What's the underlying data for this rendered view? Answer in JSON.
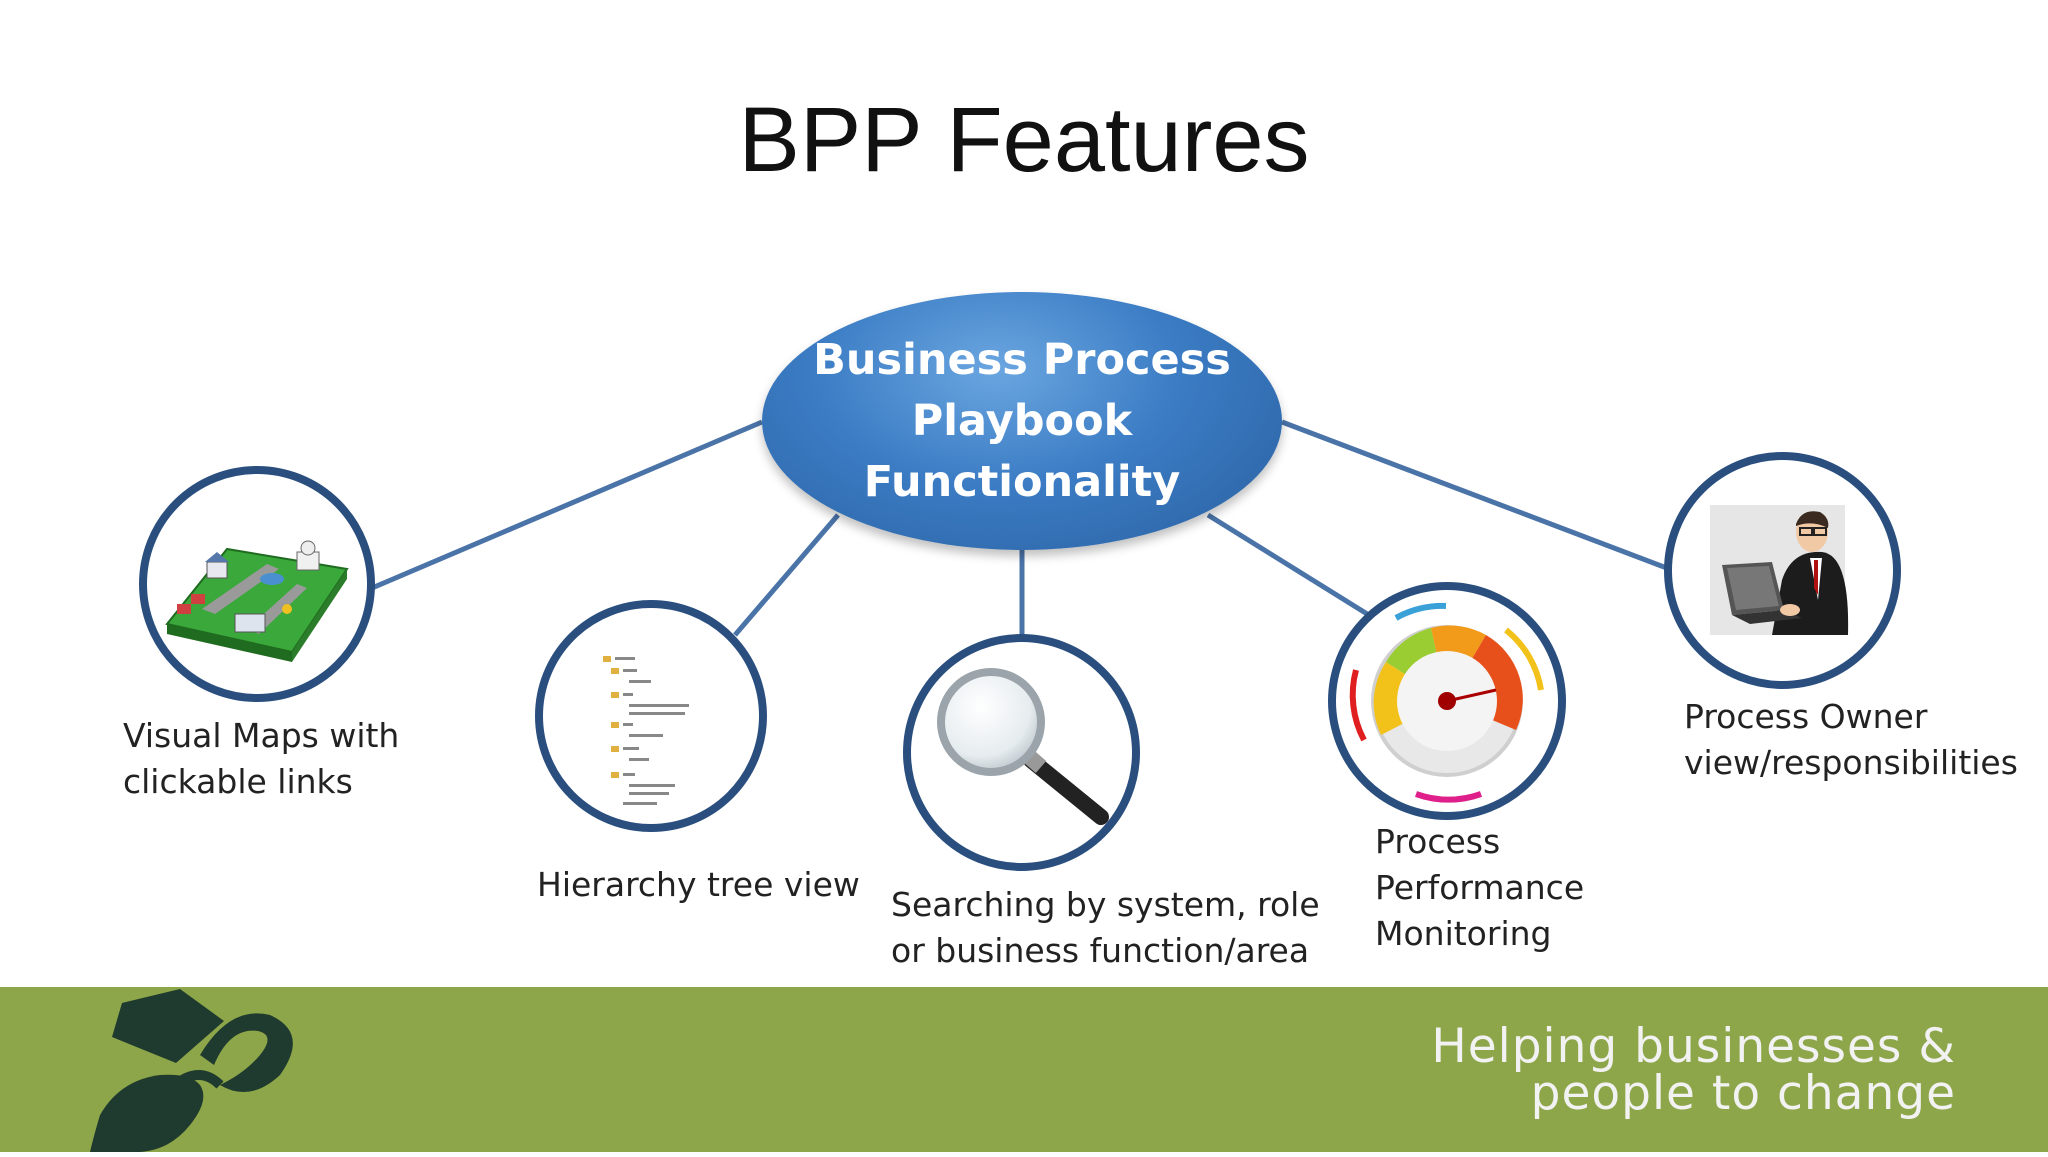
{
  "slide": {
    "title": "BPP Features",
    "hub_label": "Business Process\nPlaybook\nFunctionality",
    "features": [
      {
        "label": "Visual Maps with\nclickable links",
        "icon": "city-map-icon"
      },
      {
        "label": "Hierarchy tree view",
        "icon": "tree-view-icon"
      },
      {
        "label": "Searching by system, role\nor business function/area",
        "icon": "magnifying-glass-icon"
      },
      {
        "label": "Process\nPerformance\nMonitoring",
        "icon": "gauge-icon"
      },
      {
        "label": "Process Owner\nview/responsibilities",
        "icon": "businessman-laptop-icon"
      }
    ],
    "footer": {
      "tagline": "Helping businesses &\npeople to change",
      "background_color": "#8ea64a"
    },
    "colors": {
      "hub": "#3b7cc4",
      "connector": "#4a73a8",
      "node_border": "#2a4f7f"
    }
  }
}
